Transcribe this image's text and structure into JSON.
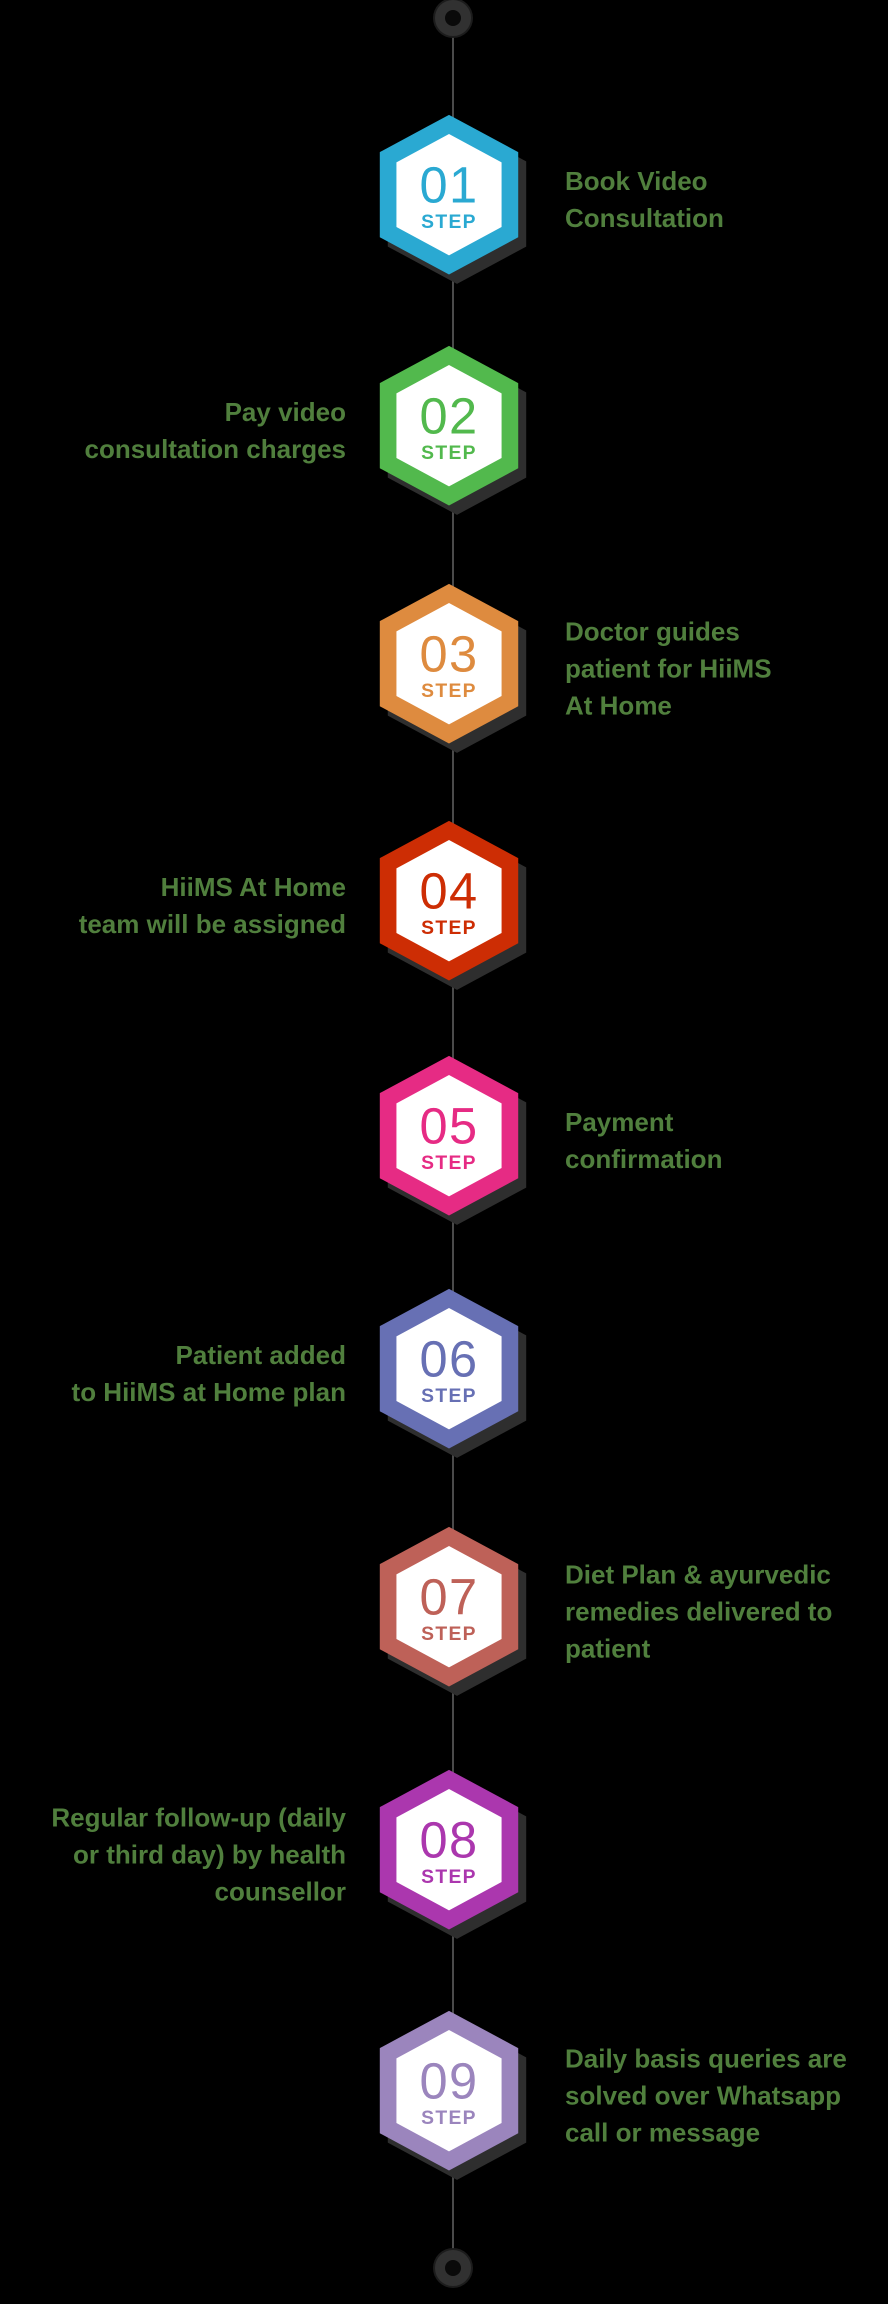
{
  "diagram": {
    "background": "#000000",
    "line_color": "#4a4a4a",
    "label_color": "#507f3d",
    "node_color": "#313131",
    "hex_inner_color": "#ffffff",
    "hex_shadow_color": "#2e2e2e",
    "steps": [
      {
        "number": "01",
        "step_label": "STEP",
        "title": "Book Video\nConsultation",
        "color": "#2aa9d2",
        "side": "right"
      },
      {
        "number": "02",
        "step_label": "STEP",
        "title": "Pay video\nconsultation charges",
        "color": "#52b94d",
        "side": "left"
      },
      {
        "number": "03",
        "step_label": "STEP",
        "title": "Doctor guides\npatient for HiiMS\nAt Home",
        "color": "#de8b3f",
        "side": "right"
      },
      {
        "number": "04",
        "step_label": "STEP",
        "title": "HiiMS At Home\nteam will be assigned",
        "color": "#cd2d04",
        "side": "left"
      },
      {
        "number": "05",
        "step_label": "STEP",
        "title": "Payment\nconfirmation",
        "color": "#e62b84",
        "side": "right"
      },
      {
        "number": "06",
        "step_label": "STEP",
        "title": "Patient added\nto HiiMS at Home plan",
        "color": "#6770b4",
        "side": "left"
      },
      {
        "number": "07",
        "step_label": "STEP",
        "title": "Diet Plan & ayurvedic\nremedies delivered to\npatient",
        "color": "#be6158",
        "side": "right"
      },
      {
        "number": "08",
        "step_label": "STEP",
        "title": "Regular follow-up (daily\nor third day) by health\ncounsellor",
        "color": "#ab37ae",
        "side": "left"
      },
      {
        "number": "09",
        "step_label": "STEP",
        "title": "Daily basis queries are\nsolved over Whatsapp\ncall or message",
        "color": "#9b85bd",
        "side": "right"
      }
    ]
  }
}
